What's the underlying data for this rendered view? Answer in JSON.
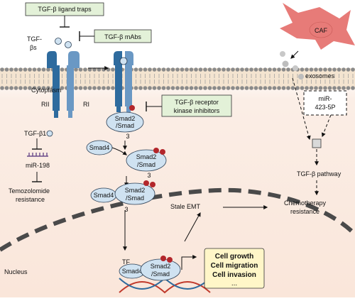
{
  "labels": {
    "ligand_traps": "TGF-β ligand traps",
    "mabs": "TGF-β mAbs",
    "tgfb_line1": "TGF-",
    "tgfb_line2": "βs",
    "cytoplasm": "Cytoplasm",
    "rii": "RII",
    "ri": "RI",
    "kinase_inhib_1": "TGF-β receptor",
    "kinase_inhib_2": "kinase inhibitors",
    "tgfb1": "TGF-β1",
    "mir198": "miR-198",
    "temozolomide_1": "Temozolomide",
    "temozolomide_2": "resistance",
    "smad23_line1": "Smad2",
    "smad23_line2": "/Smad",
    "smad23_sub": "3",
    "smad4": "Smad4",
    "stale_emt": "Stale EMT",
    "chemo_1": "Chemotherapy",
    "chemo_2": "resistance",
    "caf": "CAF",
    "exosomes": "exosomes",
    "mir423_1": "miR-",
    "mir423_2": "423-5P",
    "tgfb_pathway": "TGF-β pathway",
    "nucleus": "Nucleus",
    "tf": "TF",
    "outcomes": [
      "Cell growth",
      "Cell migration",
      "Cell invasion",
      "..."
    ]
  },
  "colors": {
    "receptor_blue": "#2e6b9e",
    "receptor_light": "#6a98c4",
    "phospho_red": "#b3262b",
    "caf_pink": "#e77b78",
    "green_box": "#e3f1d8",
    "outcome_box": "#fff6c8"
  }
}
